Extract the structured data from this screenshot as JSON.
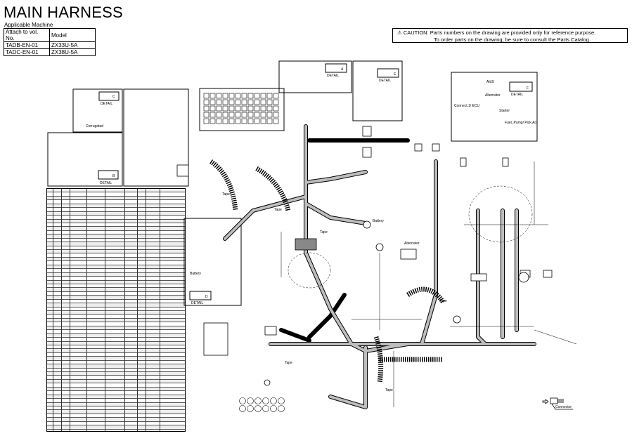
{
  "header": {
    "title": "MAIN HARNESS",
    "applicable_label": "Applicable Machine",
    "table_headers": [
      "Attach to vol. No.",
      "Model"
    ],
    "table_rows": [
      [
        "TADB-EN-01",
        "ZX33U-5A"
      ],
      [
        "TADC-EN-01",
        "ZX38U-5A"
      ]
    ]
  },
  "caution": {
    "icon": "warning-triangle-icon",
    "line1": "CAUTION: Parts numbers on the drawing are provided only for reference purpose.",
    "line2": "To order parts on the drawing, be sure to consult the Parts Catalog."
  },
  "details": {
    "detail_word": "DETAIL",
    "letters": [
      "A",
      "B",
      "C",
      "D",
      "E",
      "F"
    ],
    "corrugated": "Corrugated",
    "battery": "Battery",
    "alternator": "Alternator",
    "starter": "Starter",
    "connect_ecu": "Connect.1/ ECU",
    "fuel_pump": "Fuel_Pump/ Pick.Act",
    "alt_b": "Alt.B"
  },
  "labels": {
    "tape": "Tape",
    "connector": "Connector"
  },
  "colors": {
    "line": "#000000",
    "harness_fill": "#bdbdbd",
    "table_stripe": "#eeeeee"
  }
}
